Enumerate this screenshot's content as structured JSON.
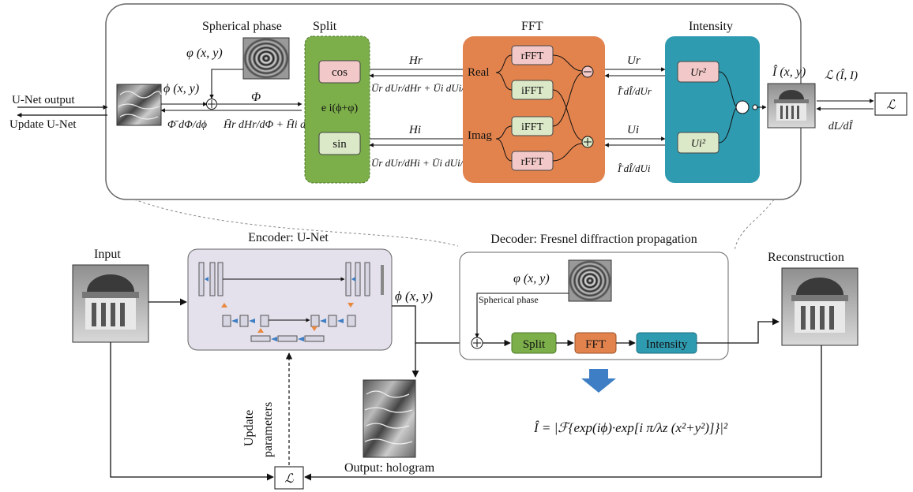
{
  "colors": {
    "split_green": "#7cae4a",
    "fft_orange": "#e2834e",
    "intensity_teal": "#2f9bb0",
    "cos_pink": "#f2c8c8",
    "sin_green": "#dce9c8",
    "encoder_lavender": "#e4e0ec",
    "arrow_blue": "#3d7ec4",
    "arrow_orange": "#e9893f"
  },
  "top": {
    "unet_output": "U-Net output",
    "update_unet": "Update U-Net",
    "spherical_phase_title": "Spherical phase",
    "phi_sph": "φ (x, y)",
    "phi_hol": "ϕ (x, y)",
    "Phi_sum": "Φ",
    "grad_phi": "Φ̄ dΦ/dϕ",
    "grad_H": "H̄r dHr/dΦ + H̄i dHi/dΦ",
    "split_title": "Split",
    "cos": "cos",
    "exp": "e i(ϕ+φ)",
    "sin": "sin",
    "Hr": "Hr",
    "Hi": "Hi",
    "grad_Hr": "Ūr dUr/dHr + Ūi dUi/dHr",
    "grad_Hi": "Ūr dUr/dHi + Ūi dUi/dHi",
    "fft_title": "FFT",
    "real": "Real",
    "imag": "Imag",
    "rfft": "rFFT",
    "ifft": "iFFT",
    "Ur": "Ur",
    "Ui": "Ui",
    "grad_Ur": "Î̄ dÎ/dUr",
    "grad_Ui": "Î̄ dÎ/dUi",
    "intensity_title": "Intensity",
    "Ur2": "Ur²",
    "Ui2": "Ui²",
    "I_hat": "Î (x, y)",
    "loss": "ℒ (Î, I)",
    "dL_dI": "dL/dÎ",
    "L": "ℒ"
  },
  "bottom": {
    "input": "Input",
    "encoder_title": "Encoder: U-Net",
    "phi_hol": "ϕ (x, y)",
    "decoder_title": "Decoder: Fresnel diffraction propagation",
    "phi_sph": "φ (x, y)",
    "spherical_phase": "Spherical phase",
    "split": "Split",
    "fft": "FFT",
    "intensity": "Intensity",
    "reconstruction": "Reconstruction",
    "output_hologram": "Output: hologram",
    "update_parameters_1": "Update",
    "update_parameters_2": "parameters",
    "L": "ℒ",
    "formula": "Î = |ℱ{exp(iϕ)·exp[i π/λz (x²+y²)]}|²"
  }
}
